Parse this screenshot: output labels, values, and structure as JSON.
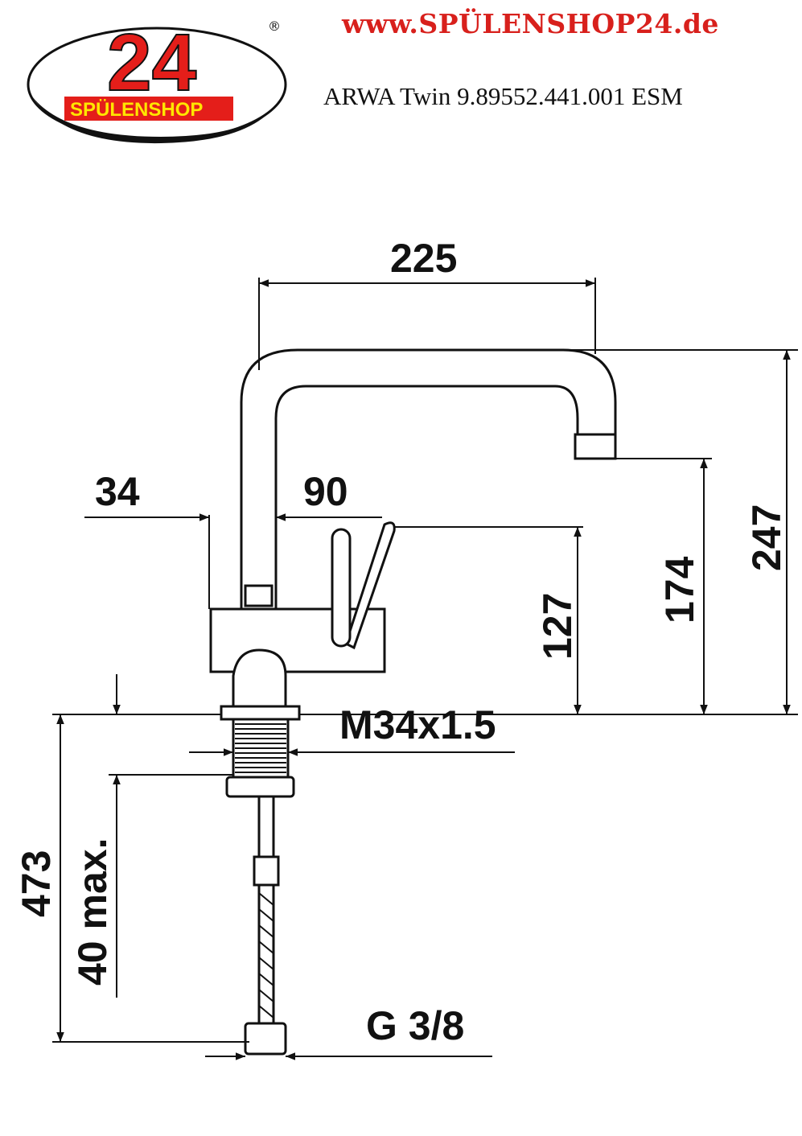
{
  "header": {
    "logo_text_number": "24",
    "logo_text_brand": "SPÜLENSHOP",
    "logo_registered": "®",
    "url": "www.SPÜLENSHOP24.de",
    "model": "ARWA Twin 9.89552.441.001 ESM"
  },
  "dimensions": {
    "spout_reach": "225",
    "body_offset": "34",
    "lever_width": "90",
    "lever_height": "127",
    "outlet_height": "174",
    "total_height": "247",
    "thread": "M34x1.5",
    "mount_thickness": "40 max.",
    "hose_length": "473",
    "connection": "G 3/8"
  },
  "colors": {
    "brand_red": "#d8201c",
    "brand_yellow": "#ffe600"
  }
}
